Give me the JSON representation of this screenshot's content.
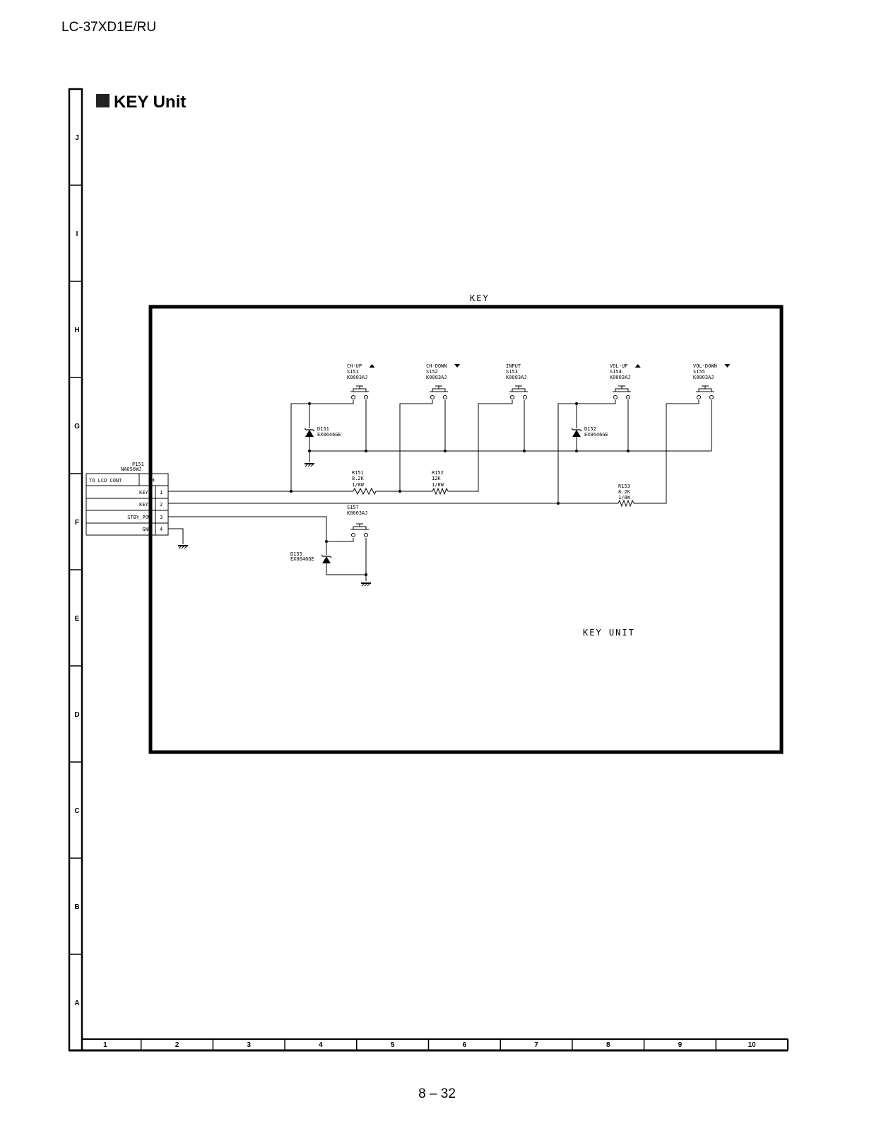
{
  "header": {
    "model": "LC-37XD1E/RU"
  },
  "footer": {
    "page_number": "8 – 32"
  },
  "section": {
    "title": "KEY Unit"
  },
  "frame": {
    "row_labels": [
      "J",
      "I",
      "H",
      "G",
      "F",
      "E",
      "D",
      "C",
      "B",
      "A"
    ],
    "col_labels": [
      "1",
      "2",
      "3",
      "4",
      "5",
      "6",
      "7",
      "8",
      "9",
      "10"
    ]
  },
  "board": {
    "name": "KEY",
    "unit_label": "KEY UNIT"
  },
  "connector": {
    "ref": "P151",
    "part": "NA056WJ",
    "header_left": "TO LCD CONT",
    "header_right": "KM",
    "pins": [
      {
        "name": "KEY1",
        "num": "1"
      },
      {
        "name": "KEY2",
        "num": "2"
      },
      {
        "name": "STBY_POW",
        "num": "3"
      },
      {
        "name": "GND",
        "num": "4"
      }
    ]
  },
  "switches": [
    {
      "func": "CH-UP",
      "ref": "S151",
      "part": "K0003AJ",
      "arrow": "up"
    },
    {
      "func": "CH-DOWN",
      "ref": "S152",
      "part": "K0003AJ",
      "arrow": "down"
    },
    {
      "func": "INPUT",
      "ref": "S153",
      "part": "K0003AJ",
      "arrow": ""
    },
    {
      "func": "VOL-UP",
      "ref": "S154",
      "part": "K0003AJ",
      "arrow": "up"
    },
    {
      "func": "VOL-DOWN",
      "ref": "S155",
      "part": "K0003AJ",
      "arrow": "down"
    },
    {
      "func": "",
      "ref": "S157",
      "part": "K0003AJ",
      "arrow": ""
    }
  ],
  "diodes": [
    {
      "ref": "D151",
      "part": "EX0646GE"
    },
    {
      "ref": "D152",
      "part": "EX0646GE"
    },
    {
      "ref": "D155",
      "part": "EX0646GE"
    }
  ],
  "resistors": [
    {
      "ref": "R151",
      "value": "8.2K",
      "power": "1/8W"
    },
    {
      "ref": "R152",
      "value": "12K",
      "power": "1/8W"
    },
    {
      "ref": "R153",
      "value": "8.2K",
      "power": "1/8W"
    }
  ]
}
